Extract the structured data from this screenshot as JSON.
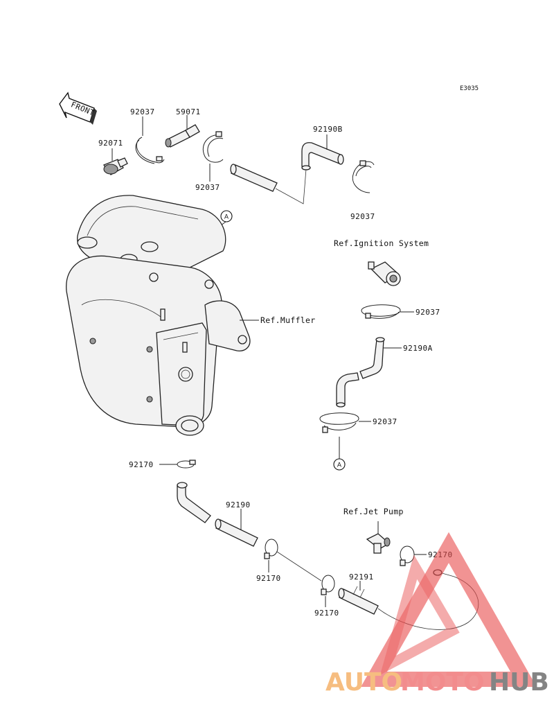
{
  "diagram_code": "E3035",
  "front_label": "FRONT",
  "callouts": {
    "top": "A",
    "bottom": "A"
  },
  "references": {
    "ignition": "Ref.Ignition System",
    "muffler": "Ref.Muffler",
    "jet_pump": "Ref.Jet Pump"
  },
  "parts": {
    "p92037_a": "92037",
    "p59071": "59071",
    "p92071": "92071",
    "p92037_b": "92037",
    "p92190b": "92190B",
    "p92037_c": "92037",
    "p92037_d": "92037",
    "p92190a": "92190A",
    "p92037_e": "92037",
    "p92170_a": "92170",
    "p92190": "92190",
    "p92170_b": "92170",
    "p92170_c": "92170",
    "p92191": "92191",
    "p92170_d": "92170"
  },
  "watermark": {
    "part1": "AUTO",
    "part2": "MOTO",
    "part3": "HUB",
    "colors": {
      "auto": "#f5b26b",
      "moto": "#f0787a",
      "hub": "#6f6f6f",
      "triangle": "#e84b4b"
    }
  }
}
